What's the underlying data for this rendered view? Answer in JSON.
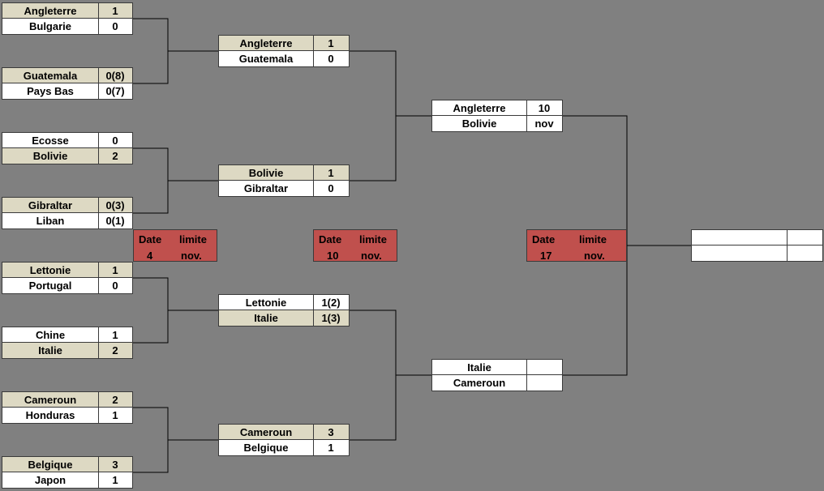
{
  "round1": [
    {
      "teams": [
        {
          "name": "Angleterre",
          "score": "1",
          "win": true
        },
        {
          "name": "Bulgarie",
          "score": "0",
          "win": false
        }
      ]
    },
    {
      "teams": [
        {
          "name": "Guatemala",
          "score": "0(8)",
          "win": true
        },
        {
          "name": "Pays Bas",
          "score": "0(7)",
          "win": false
        }
      ]
    },
    {
      "teams": [
        {
          "name": "Ecosse",
          "score": "0",
          "win": false
        },
        {
          "name": "Bolivie",
          "score": "2",
          "win": true
        }
      ]
    },
    {
      "teams": [
        {
          "name": "Gibraltar",
          "score": "0(3)",
          "win": true
        },
        {
          "name": "Liban",
          "score": "0(1)",
          "win": false
        }
      ]
    },
    {
      "teams": [
        {
          "name": "Lettonie",
          "score": "1",
          "win": true
        },
        {
          "name": "Portugal",
          "score": "0",
          "win": false
        }
      ]
    },
    {
      "teams": [
        {
          "name": "Chine",
          "score": "1",
          "win": false
        },
        {
          "name": "Italie",
          "score": "2",
          "win": true
        }
      ]
    },
    {
      "teams": [
        {
          "name": "Cameroun",
          "score": "2",
          "win": true
        },
        {
          "name": "Honduras",
          "score": "1",
          "win": false
        }
      ]
    },
    {
      "teams": [
        {
          "name": "Belgique",
          "score": "3",
          "win": true
        },
        {
          "name": "Japon",
          "score": "1",
          "win": false
        }
      ]
    }
  ],
  "round2": [
    {
      "teams": [
        {
          "name": "Angleterre",
          "score": "1",
          "win": true
        },
        {
          "name": "Guatemala",
          "score": "0",
          "win": false
        }
      ]
    },
    {
      "teams": [
        {
          "name": "Bolivie",
          "score": "1",
          "win": true
        },
        {
          "name": "Gibraltar",
          "score": "0",
          "win": false
        }
      ]
    },
    {
      "teams": [
        {
          "name": "Lettonie",
          "score": "1(2)",
          "win": false
        },
        {
          "name": "Italie",
          "score": "1(3)",
          "win": true
        }
      ]
    },
    {
      "teams": [
        {
          "name": "Cameroun",
          "score": "3",
          "win": true
        },
        {
          "name": "Belgique",
          "score": "1",
          "win": false
        }
      ]
    }
  ],
  "semis": [
    {
      "teams": [
        {
          "name": "Angleterre",
          "score": "10",
          "win": false
        },
        {
          "name": "Bolivie",
          "score": "nov",
          "win": false
        }
      ]
    },
    {
      "teams": [
        {
          "name": "Italie",
          "score": "",
          "win": false
        },
        {
          "name": "Cameroun",
          "score": "",
          "win": false
        }
      ]
    }
  ],
  "final": {
    "teams": [
      {
        "name": "",
        "score": "",
        "win": false
      },
      {
        "name": "",
        "score": "",
        "win": false
      }
    ]
  },
  "deadlines": [
    {
      "label1": "Date",
      "label2": "limite",
      "day": "4",
      "month": "nov."
    },
    {
      "label1": "Date",
      "label2": "limite",
      "day": "10",
      "month": "nov."
    },
    {
      "label1": "Date",
      "label2": "limite",
      "day": "17",
      "month": "nov."
    }
  ],
  "colors": {
    "background": "#808080",
    "winner_cell": "#ddd9c3",
    "deadline": "#c0504d"
  }
}
